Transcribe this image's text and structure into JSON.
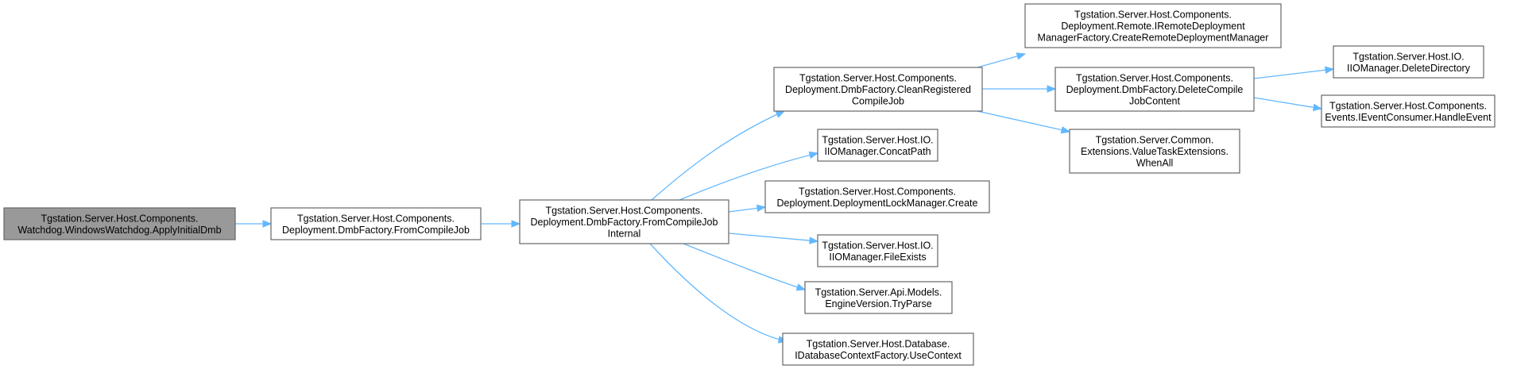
{
  "diagram": {
    "nodes": [
      {
        "id": "n1",
        "lines": [
          "Tgstation.Server.Host.Components.",
          "Watchdog.WindowsWatchdog.ApplyInitialDmb"
        ],
        "highlight": true
      },
      {
        "id": "n2",
        "lines": [
          "Tgstation.Server.Host.Components.",
          "Deployment.DmbFactory.FromCompileJob"
        ]
      },
      {
        "id": "n3",
        "lines": [
          "Tgstation.Server.Host.Components.",
          "Deployment.DmbFactory.FromCompileJob",
          "Internal"
        ]
      },
      {
        "id": "n4",
        "lines": [
          "Tgstation.Server.Host.Components.",
          "Deployment.DmbFactory.CleanRegistered",
          "CompileJob"
        ]
      },
      {
        "id": "n5",
        "lines": [
          "Tgstation.Server.Host.IO.",
          "IIOManager.ConcatPath"
        ]
      },
      {
        "id": "n6",
        "lines": [
          "Tgstation.Server.Host.Components.",
          "Deployment.DeploymentLockManager.Create"
        ]
      },
      {
        "id": "n7",
        "lines": [
          "Tgstation.Server.Host.IO.",
          "IIOManager.FileExists"
        ]
      },
      {
        "id": "n8",
        "lines": [
          "Tgstation.Server.Api.Models.",
          "EngineVersion.TryParse"
        ]
      },
      {
        "id": "n9",
        "lines": [
          "Tgstation.Server.Host.Database.",
          "IDatabaseContextFactory.UseContext"
        ]
      },
      {
        "id": "n10",
        "lines": [
          "Tgstation.Server.Host.Components.",
          "Deployment.Remote.IRemoteDeployment",
          "ManagerFactory.CreateRemoteDeploymentManager"
        ]
      },
      {
        "id": "n11",
        "lines": [
          "Tgstation.Server.Host.Components.",
          "Deployment.DmbFactory.DeleteCompile",
          "JobContent"
        ]
      },
      {
        "id": "n12",
        "lines": [
          "Tgstation.Server.Common.",
          "Extensions.ValueTaskExtensions.",
          "WhenAll"
        ]
      },
      {
        "id": "n13",
        "lines": [
          "Tgstation.Server.Host.IO.",
          "IIOManager.DeleteDirectory"
        ]
      },
      {
        "id": "n14",
        "lines": [
          "Tgstation.Server.Host.Components.",
          "Events.IEventConsumer.HandleEvent"
        ]
      }
    ],
    "edges": [
      {
        "from": "n1",
        "to": "n2"
      },
      {
        "from": "n2",
        "to": "n3"
      },
      {
        "from": "n3",
        "to": "n4"
      },
      {
        "from": "n3",
        "to": "n5"
      },
      {
        "from": "n3",
        "to": "n6"
      },
      {
        "from": "n3",
        "to": "n7"
      },
      {
        "from": "n3",
        "to": "n8"
      },
      {
        "from": "n3",
        "to": "n9"
      },
      {
        "from": "n4",
        "to": "n10"
      },
      {
        "from": "n4",
        "to": "n11"
      },
      {
        "from": "n4",
        "to": "n12"
      },
      {
        "from": "n11",
        "to": "n13"
      },
      {
        "from": "n11",
        "to": "n14"
      }
    ],
    "colors": {
      "edge": "#63b8ff",
      "node_border": "#666666",
      "root_fill": "#999999",
      "node_fill": "#ffffff"
    }
  }
}
